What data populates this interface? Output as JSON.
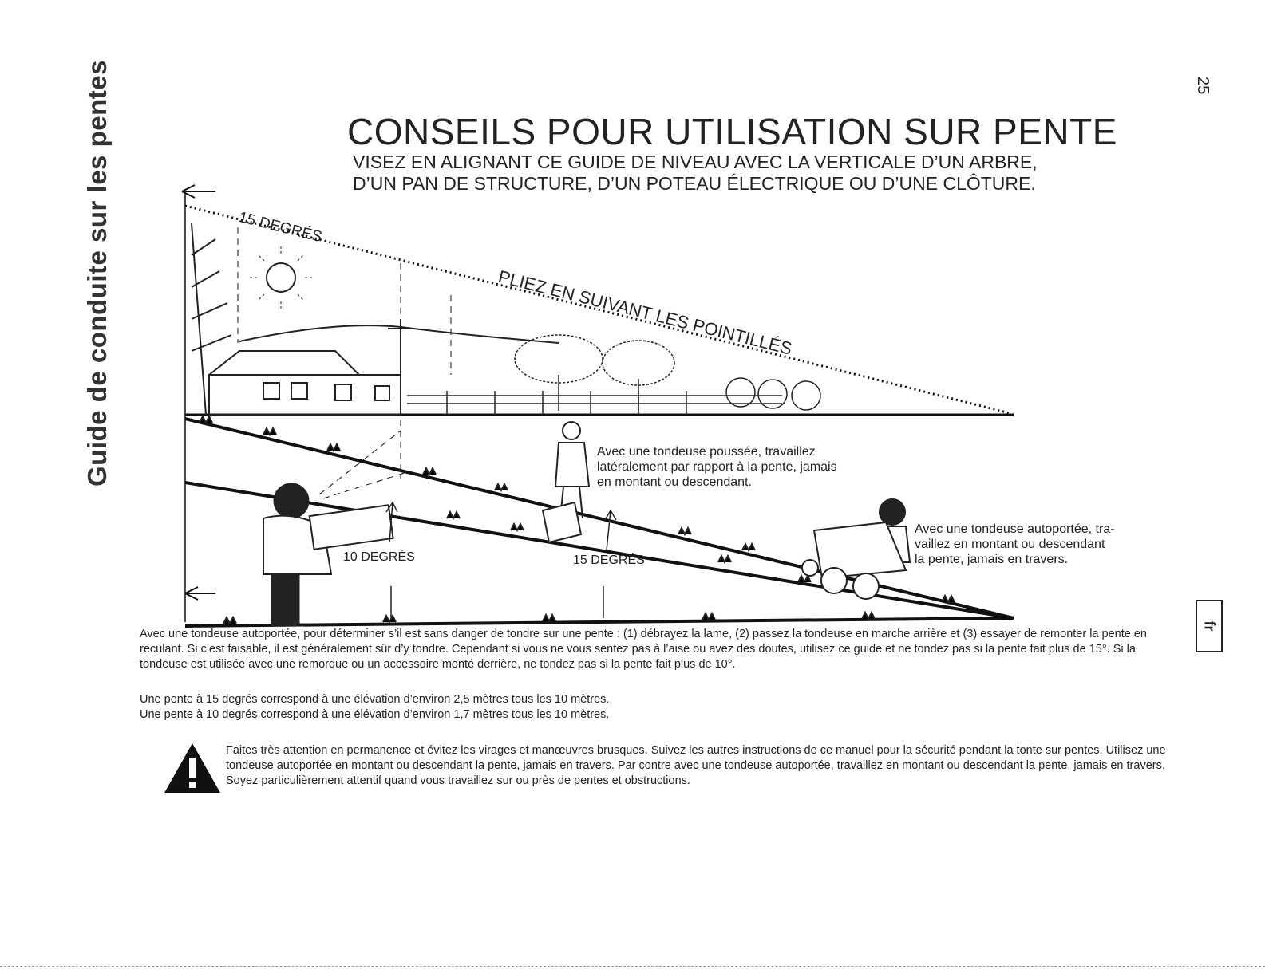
{
  "side_title": "Guide de conduite sur les pentes",
  "page_number": "25",
  "language_tab": "fr",
  "header": {
    "title": "CONSEILS POUR UTILISATION SUR PENTE",
    "subtitle_line1": "VISEZ EN ALIGNANT CE GUIDE DE NIVEAU AVEC LA VERTICALE D’UN ARBRE,",
    "subtitle_line2": "D’UN PAN DE STRUCTURE, D’UN POTEAU ÉLECTRIQUE OU D’UNE CLÔTURE."
  },
  "illustration": {
    "label_15_top": "15 DEGRÉS",
    "fold_text": "PLIEZ EN SUIVANT LES POINTILLÉS",
    "label_10": "10 DEGRÉS",
    "label_15_bottom": "15 DEGRÉS",
    "push_mower_note": [
      "Avec une tondeuse poussée, travaillez",
      "latéralement par rapport à la pente, jamais",
      "en montant ou descendant."
    ],
    "riding_mower_note": [
      "Avec une tondeuse autoportée, tra-",
      "vaillez en montant ou descendant",
      "la pente, jamais en travers."
    ]
  },
  "body": {
    "paragraph": "Avec une tondeuse autoportée, pour déterminer s’il est sans danger de tondre sur une pente : (1) débrayez la lame, (2) passez la tondeuse en marche arrière et (3) essayer de remonter la pente en reculant. Si c’est faisable, il est généralement sûr d’y tondre. Cependant si vous ne vous sentez pas à l’aise ou avez des doutes, utilisez ce guide et ne tondez pas si la pente fait plus de 15°. Si la tondeuse est utilisée avec une remorque ou un accessoire monté derrière, ne tondez pas si la pente fait plus de 10°.",
    "slope_15": "Une pente à 15 degrés correspond à une élévation d’environ 2,5 mètres tous les 10 mètres.",
    "slope_10": "Une pente à 10 degrés correspond à une élévation d’environ 1,7 mètres tous les 10 mètres.",
    "warning": "Faites très attention en permanence et évitez les virages et manœuvres brusques. Suivez les autres instructions de ce manuel pour la sécurité pendant la tonte sur pentes. Utilisez une tondeuse autoportée en montant ou descendant la pente, jamais en travers. Par contre avec une tondeuse autoportée, travaillez en montant ou descendant la pente, jamais en travers. Soyez particulièrement attentif quand vous travaillez sur ou près de pentes et obstructions."
  }
}
